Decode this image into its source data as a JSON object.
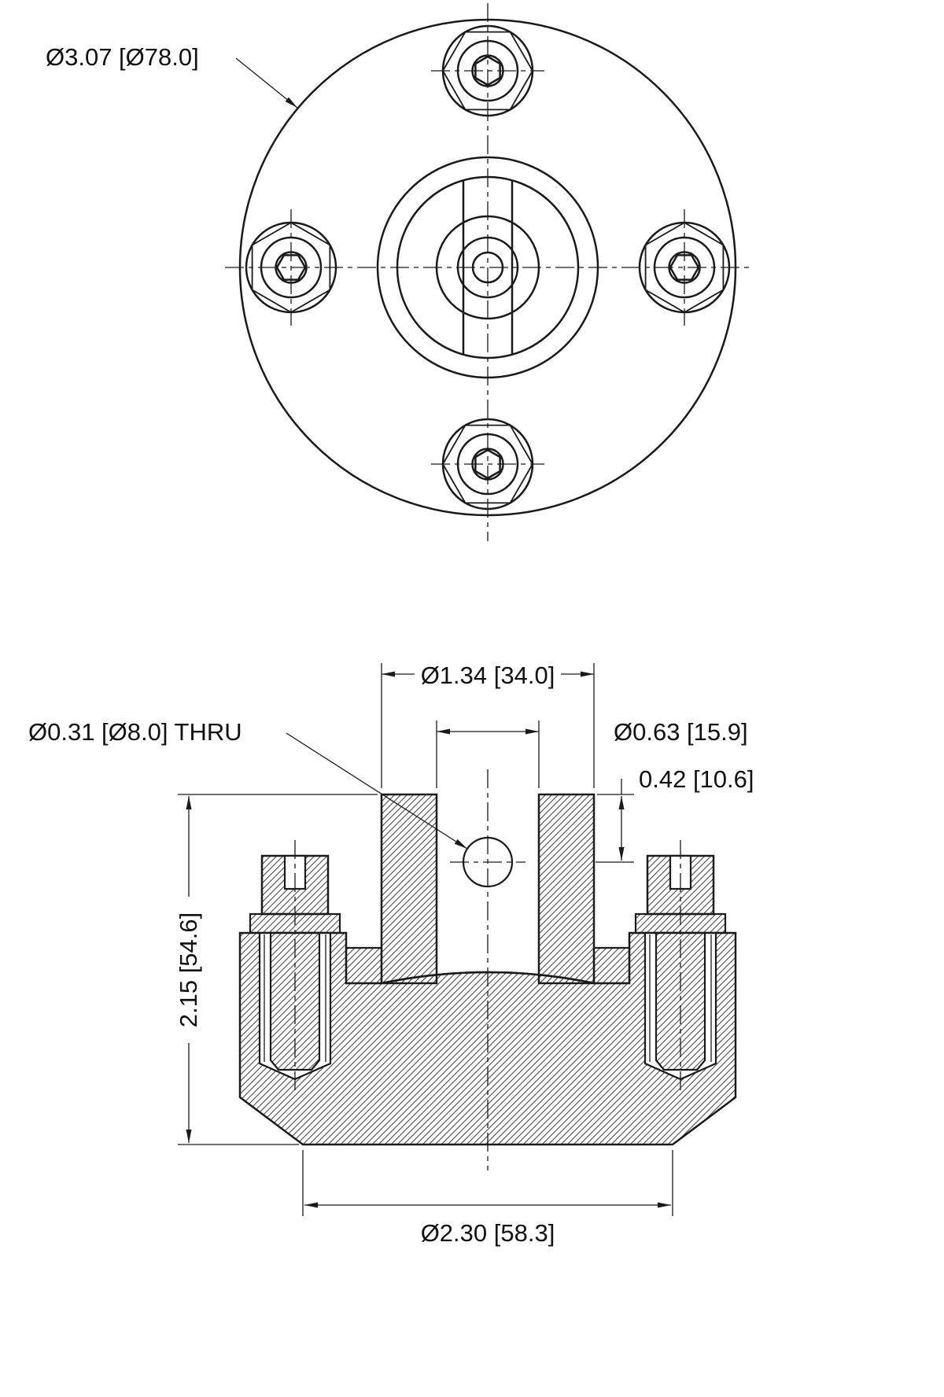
{
  "page": {
    "background": "#ffffff"
  },
  "drawing": {
    "labels": {
      "flange_od": "Ø3.07 [Ø78.0]",
      "hub_od": "Ø1.34 [34.0]",
      "thru_hole": "Ø0.31 [Ø8.0] THRU",
      "counterbore": "Ø0.63 [15.9]",
      "hole_depth": "0.42 [10.6]",
      "overall_height": "2.15 [54.6]",
      "base_od": "Ø2.30 [58.3]"
    },
    "colors": {
      "line": "#1a1a1a",
      "hatch": "#404040",
      "background": "#ffffff"
    }
  }
}
